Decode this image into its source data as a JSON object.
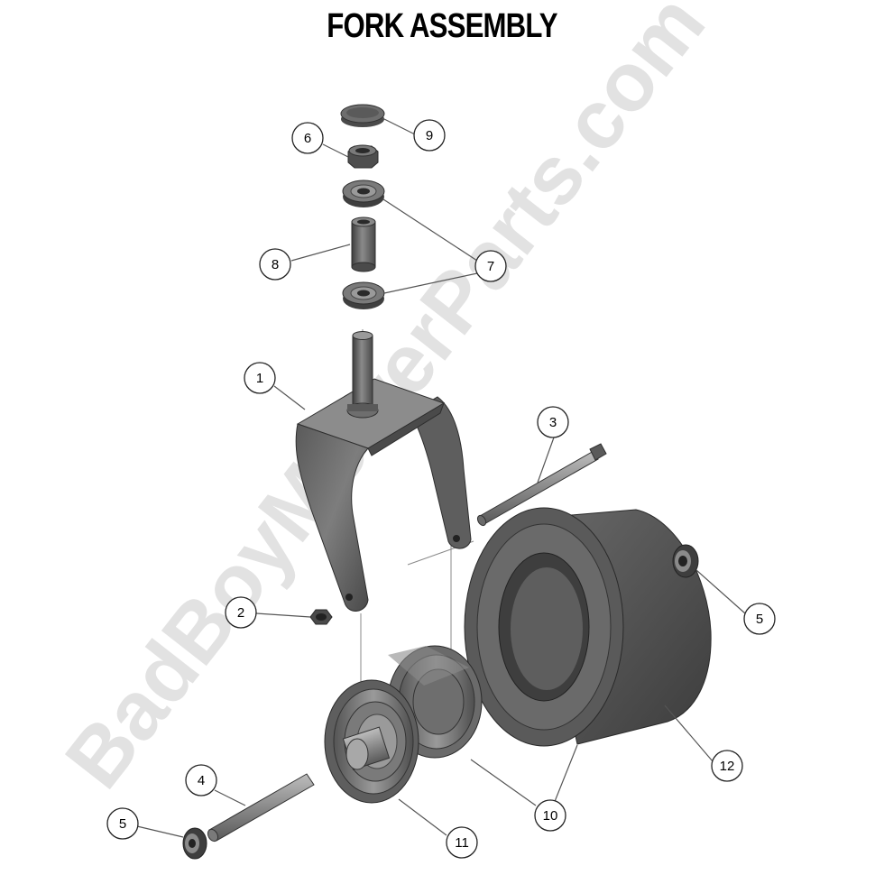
{
  "title": "FORK ASSEMBLY",
  "watermark": "BadBoyMowerParts.com",
  "colors": {
    "part_dark": "#4a4a4a",
    "part_mid": "#6e6e6e",
    "part_light": "#9a9a9a",
    "leader": "#555555",
    "callout_border": "#222222"
  },
  "callouts": [
    {
      "id": "c1",
      "label": "1"
    },
    {
      "id": "c2",
      "label": "2"
    },
    {
      "id": "c3",
      "label": "3"
    },
    {
      "id": "c4",
      "label": "4"
    },
    {
      "id": "c5a",
      "label": "5"
    },
    {
      "id": "c5b",
      "label": "5"
    },
    {
      "id": "c6",
      "label": "6"
    },
    {
      "id": "c7",
      "label": "7"
    },
    {
      "id": "c8",
      "label": "8"
    },
    {
      "id": "c9",
      "label": "9"
    },
    {
      "id": "c10",
      "label": "10"
    },
    {
      "id": "c11",
      "label": "11"
    },
    {
      "id": "c12",
      "label": "12"
    }
  ]
}
